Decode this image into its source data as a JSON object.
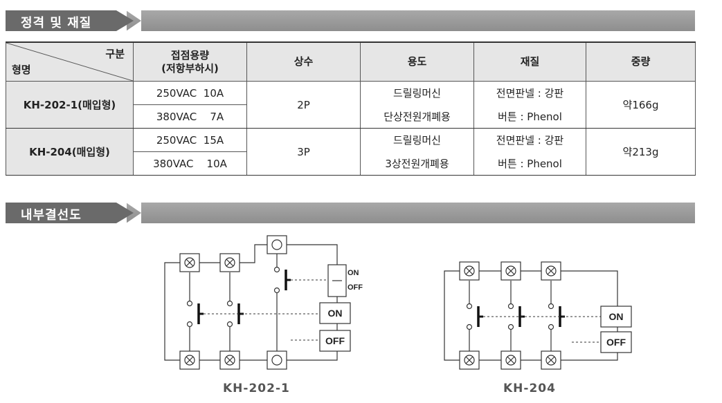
{
  "section1": {
    "title": "정격 및 재질"
  },
  "section2": {
    "title": "내부결선도"
  },
  "table": {
    "corner_top": "구분",
    "corner_bottom": "형명",
    "headers": {
      "contact_line1": "접점용량",
      "contact_line2": "(저항부하시)",
      "phase": "상수",
      "use": "용도",
      "material": "재질",
      "weight": "중량"
    },
    "rows": [
      {
        "model": "KH-202-1(매입형)",
        "contact1": "250VAC  10A",
        "contact2": "380VAC    7A",
        "phase": "2P",
        "use1": "드릴링머신",
        "use2": "단상전원개폐용",
        "material1": "전면판넬 : 강판",
        "material2": "버튼 : Phenol",
        "weight": "약166g"
      },
      {
        "model": "KH-204(매입형)",
        "contact1": "250VAC  15A",
        "contact2": "380VAC    10A",
        "phase": "3P",
        "use1": "드릴링머신",
        "use2": "3상전원개폐용",
        "material1": "전면판넬 : 강판",
        "material2": "버튼 : Phenol",
        "weight": "약213g"
      }
    ]
  },
  "diagrams": {
    "left": {
      "caption": "KH-202-1",
      "on_label": "ON",
      "off_label": "OFF",
      "small_on": "ON",
      "small_off": "OFF"
    },
    "right": {
      "caption": "KH-204",
      "on_label": "ON",
      "off_label": "OFF"
    }
  }
}
